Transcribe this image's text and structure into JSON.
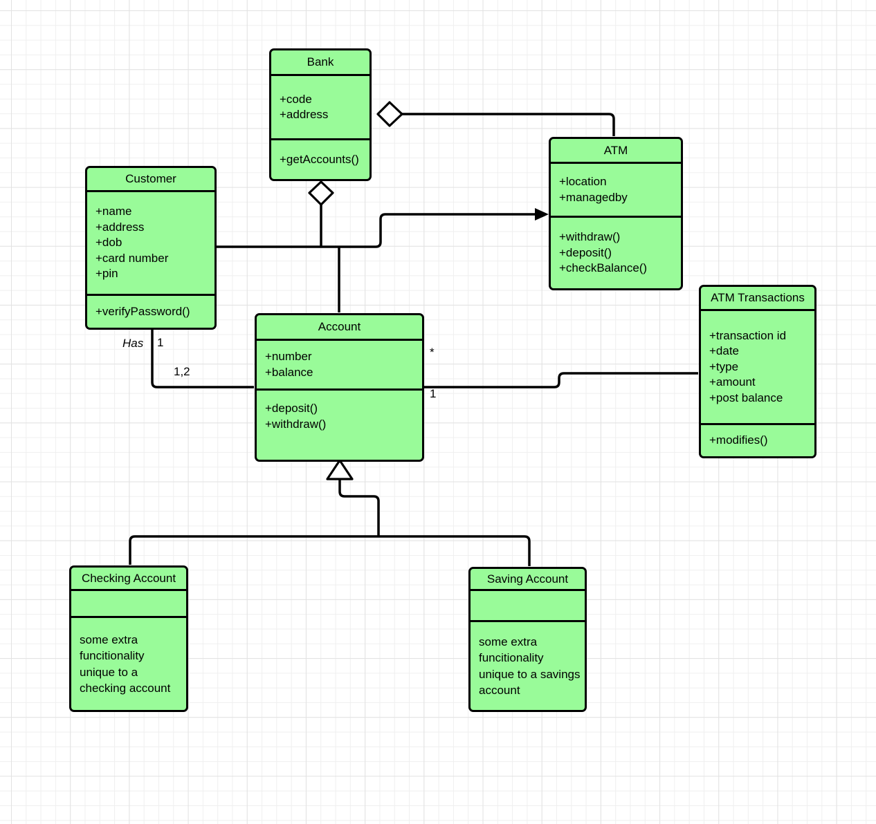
{
  "diagram_type": "uml-class-diagram",
  "colors": {
    "node_fill": "#99fb99",
    "node_stroke": "#000000",
    "background": "#ffffff",
    "grid_minor": "#efefef",
    "grid_major": "#e2e2e2"
  },
  "classes": {
    "bank": {
      "title": "Bank",
      "attributes": [
        "+code",
        "+address"
      ],
      "methods": [
        "+getAccounts()"
      ]
    },
    "customer": {
      "title": "Customer",
      "attributes": [
        "+name",
        "+address",
        "+dob",
        "+card number",
        "+pin"
      ],
      "methods": [
        "+verifyPassword()"
      ]
    },
    "atm": {
      "title": "ATM",
      "attributes": [
        "+location",
        "+managedby"
      ],
      "methods": [
        "+withdraw()",
        "+deposit()",
        "+checkBalance()"
      ]
    },
    "atm_transactions": {
      "title": "ATM Transactions",
      "attributes": [
        "+transaction id",
        "+date",
        "+type",
        "+amount",
        "+post balance"
      ],
      "methods": [
        "+modifies()"
      ]
    },
    "account": {
      "title": "Account",
      "attributes": [
        "+number",
        "+balance"
      ],
      "methods": [
        "+deposit()",
        "+withdraw()"
      ]
    },
    "checking_account": {
      "title": "Checking Account",
      "body": "some extra funcitionality unique to a checking account"
    },
    "saving_account": {
      "title": "Saving Account",
      "body": "some extra funcitionality unique to a savings account"
    }
  },
  "edge_labels": {
    "has": "Has",
    "customer_multiplicity": "1",
    "account_multiplicity": "1,2",
    "transactions_star": "*",
    "transactions_one": "1"
  }
}
